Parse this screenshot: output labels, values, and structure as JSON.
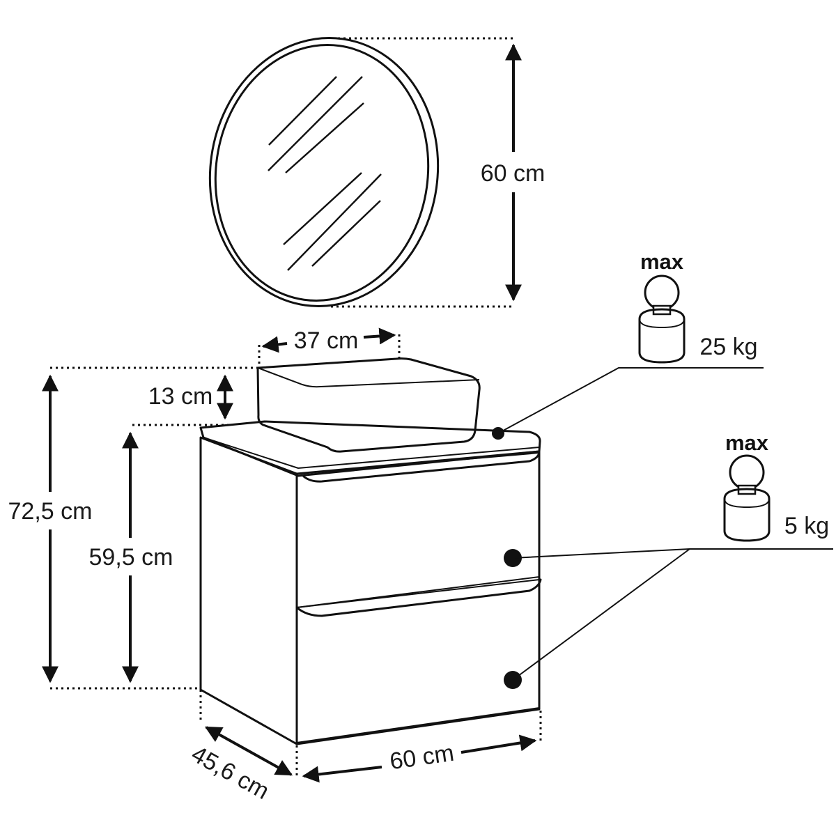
{
  "dimensions": {
    "mirror_diameter": "60 cm",
    "basin_width": "37 cm",
    "basin_height": "13 cm",
    "total_height": "72,5 cm",
    "cabinet_height": "59,5 cm",
    "cabinet_width": "60 cm",
    "cabinet_depth": "45,6 cm"
  },
  "loads": {
    "top": {
      "label": "max",
      "value": "25 kg"
    },
    "drawer": {
      "label": "max",
      "value": "5 kg"
    }
  }
}
